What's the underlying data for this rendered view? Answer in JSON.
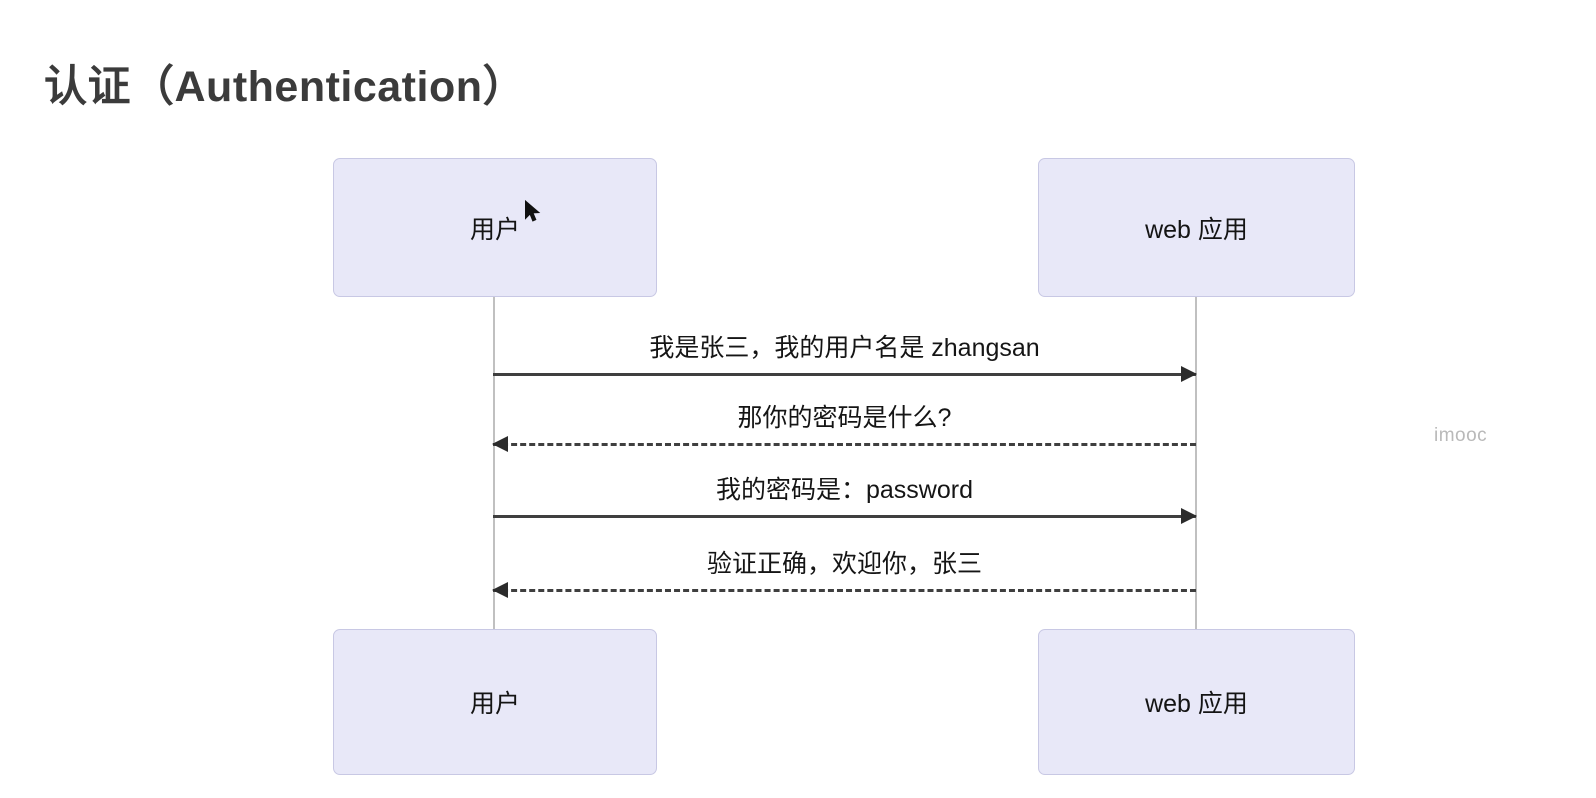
{
  "page": {
    "title": "认证（Authentication）",
    "background_color": "#ffffff",
    "watermark": "imooc"
  },
  "diagram": {
    "type": "sequence-diagram",
    "box_fill_color": "#e8e8f8",
    "box_border_color": "#c8c8e4",
    "line_color": "#3f3f3f",
    "lifeline_color": "#c0c0c0",
    "participants": [
      {
        "id": "user",
        "label": "用户"
      },
      {
        "id": "web",
        "label": "web 应用"
      }
    ],
    "participants_bottom": [
      {
        "id": "user",
        "label": "用户"
      },
      {
        "id": "web",
        "label": "web 应用"
      }
    ],
    "messages": [
      {
        "index": 0,
        "from": "user",
        "to": "web",
        "direction": "right",
        "style": "solid",
        "label": "我是张三，我的用户名是 zhangsan"
      },
      {
        "index": 1,
        "from": "web",
        "to": "user",
        "direction": "left",
        "style": "dashed",
        "label": "那你的密码是什么?"
      },
      {
        "index": 2,
        "from": "user",
        "to": "web",
        "direction": "right",
        "style": "solid",
        "label": "我的密码是：password"
      },
      {
        "index": 3,
        "from": "web",
        "to": "user",
        "direction": "left",
        "style": "dashed",
        "label": "验证正确，欢迎你，张三"
      }
    ]
  }
}
